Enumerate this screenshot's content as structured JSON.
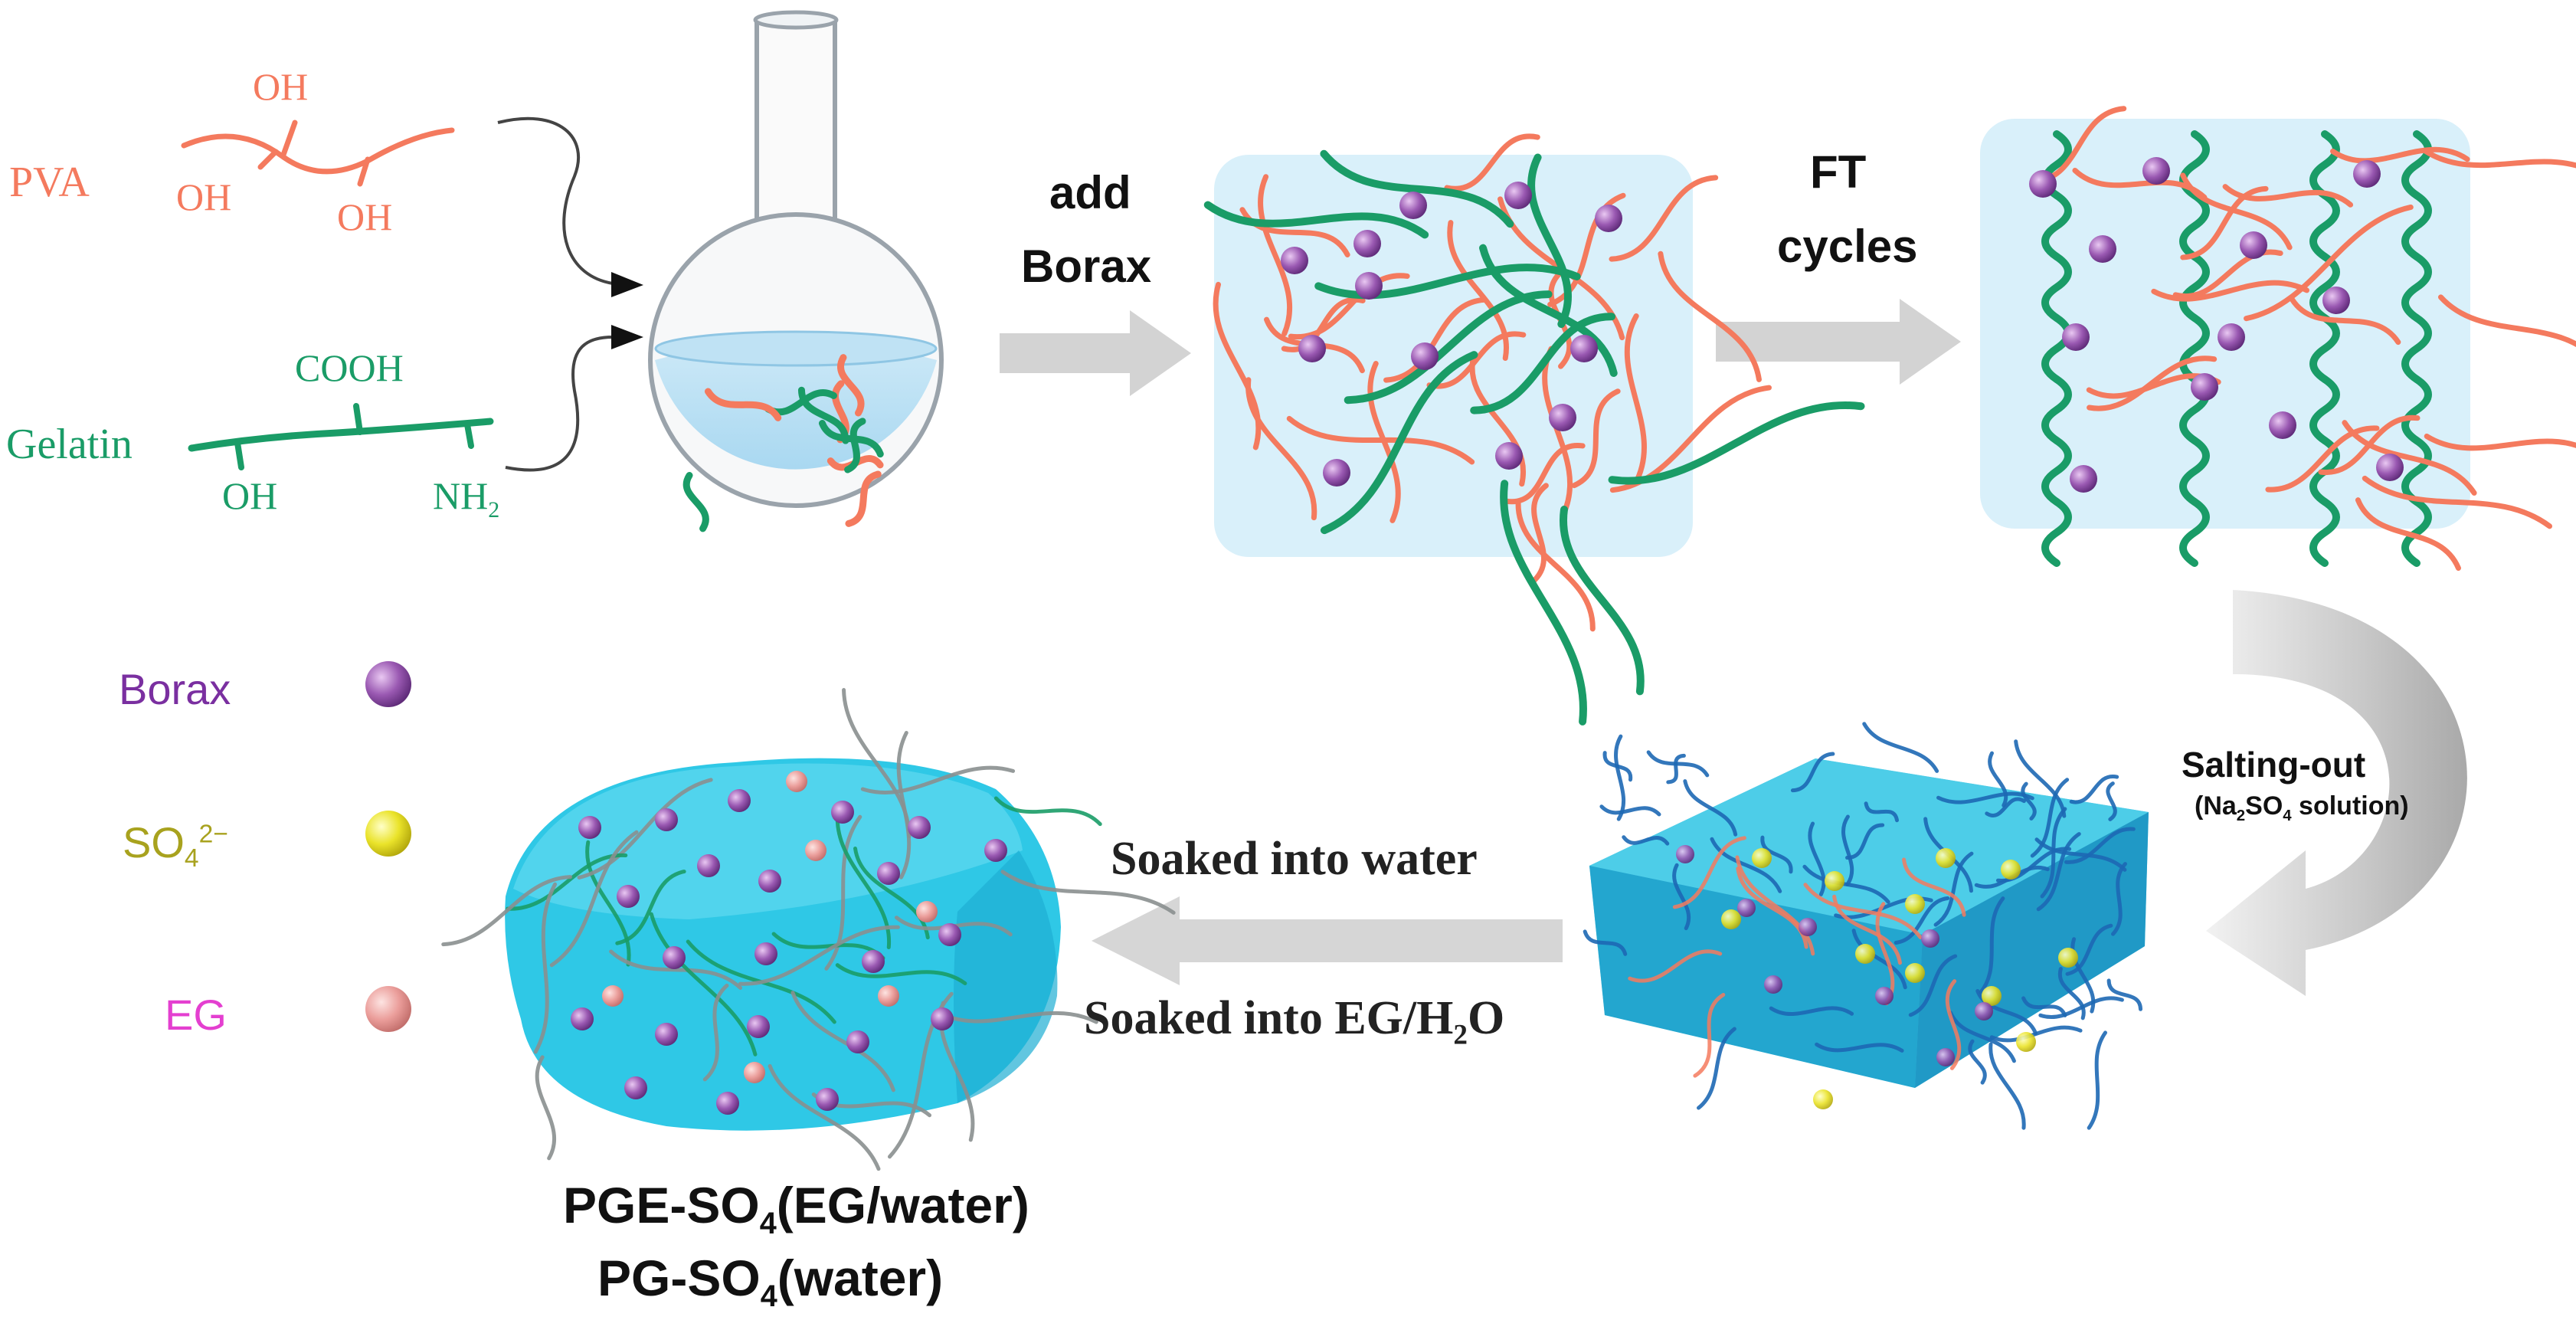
{
  "colors": {
    "pva": "#f47a5e",
    "gelatin": "#1a9c67",
    "borax_label": "#7a2fa0",
    "so4_label": "#a8a21e",
    "eg_label": "#e43fd0",
    "borax_bead": "#8e4fa3",
    "so4_bead": "#e4e028",
    "eg_bead": "#ec9a98",
    "arrow_gray": "#d0d0d0",
    "gel_bg": "#d9f0fa",
    "hydrogel_cyan": "#2dc5e4",
    "fiber_blue": "#1d68b4"
  },
  "molecules": {
    "pva": {
      "name": "PVA",
      "oh_top": "OH",
      "oh_left": "OH",
      "oh_right": "OH"
    },
    "gelatin": {
      "name": "Gelatin",
      "cooh": "COOH",
      "oh": "OH",
      "nh": "NH",
      "nh_sub": "2"
    }
  },
  "steps": {
    "add_borax": [
      "add",
      "Borax"
    ],
    "ft_cycles": [
      "FT",
      "cycles"
    ],
    "salting_out": {
      "title": "Salting-out",
      "detail_pre": "(Na",
      "detail_sub1": "2",
      "detail_mid": "SO",
      "detail_sub2": "4",
      "detail_post": " solution)"
    },
    "soaked_water": "Soaked into water",
    "soaked_eg_pre": "Soaked into EG/H",
    "soaked_eg_sub": "2",
    "soaked_eg_post": "O"
  },
  "legend": {
    "borax": "Borax",
    "so4_base": "SO",
    "so4_sub": "4",
    "so4_sup": "2−",
    "eg": "EG"
  },
  "products": {
    "line1_pre": "PGE-SO",
    "line1_sub": "4",
    "line1_post": "(EG/water)",
    "line2_pre": "PG-SO",
    "line2_sub": "4",
    "line2_post": "(water)"
  }
}
